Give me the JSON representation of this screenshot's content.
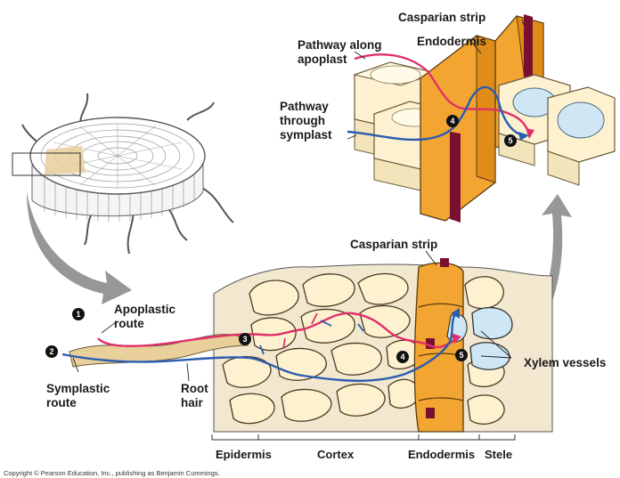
{
  "labels": {
    "casparian_strip_top": "Casparian strip",
    "endodermis_top": "Endodermis",
    "pathway_apoplast_1": "Pathway along",
    "pathway_apoplast_2": "apoplast",
    "pathway_symplast_1": "Pathway",
    "pathway_symplast_2": "through",
    "pathway_symplast_3": "symplast",
    "casparian_strip_bottom": "Casparian strip",
    "apoplastic_route_1": "Apoplastic",
    "apoplastic_route_2": "route",
    "symplastic_route_1": "Symplastic",
    "symplastic_route_2": "route",
    "root_hair_1": "Root",
    "root_hair_2": "hair",
    "xylem_vessels": "Xylem vessels",
    "epidermis": "Epidermis",
    "cortex": "Cortex",
    "endodermis_bottom": "Endodermis",
    "stele": "Stele"
  },
  "steps": [
    "1",
    "2",
    "3",
    "4",
    "5",
    "4",
    "5"
  ],
  "copyright": "Copyright © Pearson Education, Inc., publishing as Benjamin Cummings.",
  "colors": {
    "apoplast_path": "#e0306a",
    "symplast_path": "#2a5db0",
    "cell_fill": "#fdf1cf",
    "endodermis_fill": "#f2a531",
    "casparian": "#7a1030",
    "xylem": "#cfe7f5",
    "arrow_gray": "#8c8c8c"
  }
}
